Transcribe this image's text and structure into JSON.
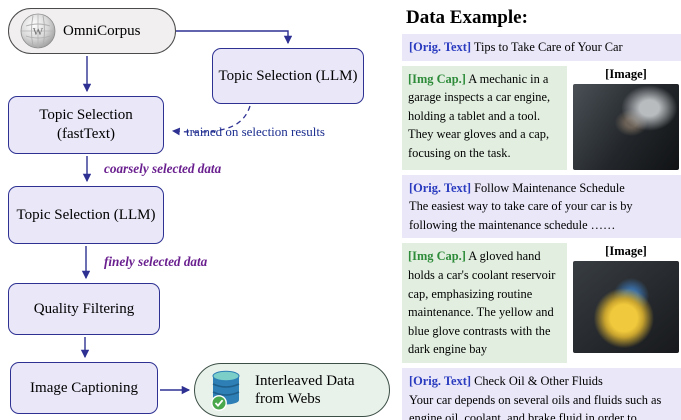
{
  "diagram": {
    "corpus_label": "OmniCorpus",
    "nodes": {
      "topic_llm_top": "Topic Selection (LLM)",
      "topic_fasttext": "Topic Selection (fastText)",
      "topic_llm_mid": "Topic Selection (LLM)",
      "quality": "Quality Filtering",
      "captioning": "Image Captioning",
      "output": "Interleaved Data from Webs"
    },
    "edge_labels": {
      "trained": "trained on selection results",
      "coarse": "coarsely selected data",
      "fine": "finely selected data"
    },
    "colors": {
      "node_fill": "#e9e7f8",
      "node_border": "#2e3192",
      "purple_label": "#6a1f8f",
      "navy_label": "#1b2d8f",
      "output_fill": "#e8f2ea"
    }
  },
  "example": {
    "title": "Data Example:",
    "rows": [
      {
        "kind": "orig",
        "label": "[Orig. Text]",
        "title": "Tips to Take Care of Your Car",
        "body": ""
      },
      {
        "kind": "cap",
        "label": "[Img Cap.]",
        "text": "A mechanic in a garage inspects a car engine, holding a tablet and a tool. They wear gloves and a cap, focusing on the task.",
        "image_label": "[Image]"
      },
      {
        "kind": "orig",
        "label": "[Orig. Text]",
        "title": "Follow Maintenance Schedule",
        "body": "The easiest way to take care of your car is by following the maintenance schedule ……"
      },
      {
        "kind": "cap",
        "label": "[Img Cap.]",
        "text": "A gloved hand holds a car's coolant reservoir cap, emphasizing routine maintenance. The yellow and blue glove contrasts with the dark engine bay",
        "image_label": "[Image]"
      },
      {
        "kind": "orig",
        "label": "[Orig. Text]",
        "title": "Check Oil & Other Fluids",
        "body": "Your car depends on several oils and fluids such as engine oil, coolant, and brake fluid in order to ……"
      }
    ]
  }
}
